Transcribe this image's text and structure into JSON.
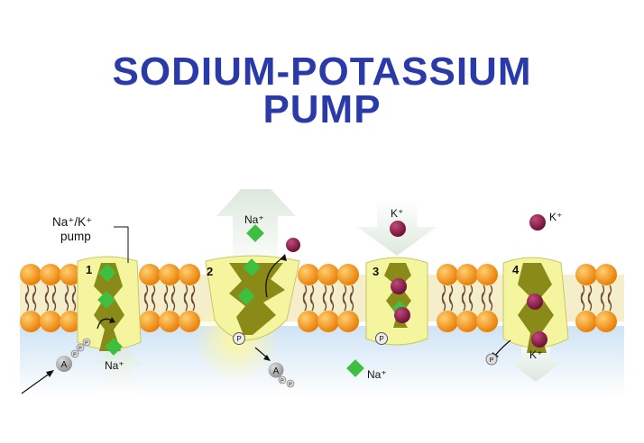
{
  "title": {
    "line1": "SODIUM-POTASSIUM",
    "line2": "PUMP"
  },
  "colors": {
    "title": "#2a3aa8",
    "sodium": "#3fbf3f",
    "potassium": "#8a1a4a",
    "head": "#f08a10",
    "pump": "#f5f5a0",
    "pump_channel": "#7a7a10"
  },
  "labels": {
    "pump_name_line1": "Na⁺/K⁺",
    "pump_name_line2": "pump",
    "na_step1": "Na⁺",
    "na_step2": "Na⁺",
    "na_released": "Na⁺",
    "k_step3": "K⁺",
    "k_free": "K⁺",
    "k_step4": "K⁺",
    "atp_a": "A",
    "atp_p1": "P",
    "atp_p2": "P",
    "atp_p3": "P",
    "adp_a": "A",
    "adp_p1": "P",
    "adp_p2": "P",
    "phos_step2": "P",
    "phos_step3": "P",
    "phos_step4": "P"
  },
  "steps": [
    {
      "number": "1"
    },
    {
      "number": "2"
    },
    {
      "number": "3"
    },
    {
      "number": "4"
    }
  ]
}
